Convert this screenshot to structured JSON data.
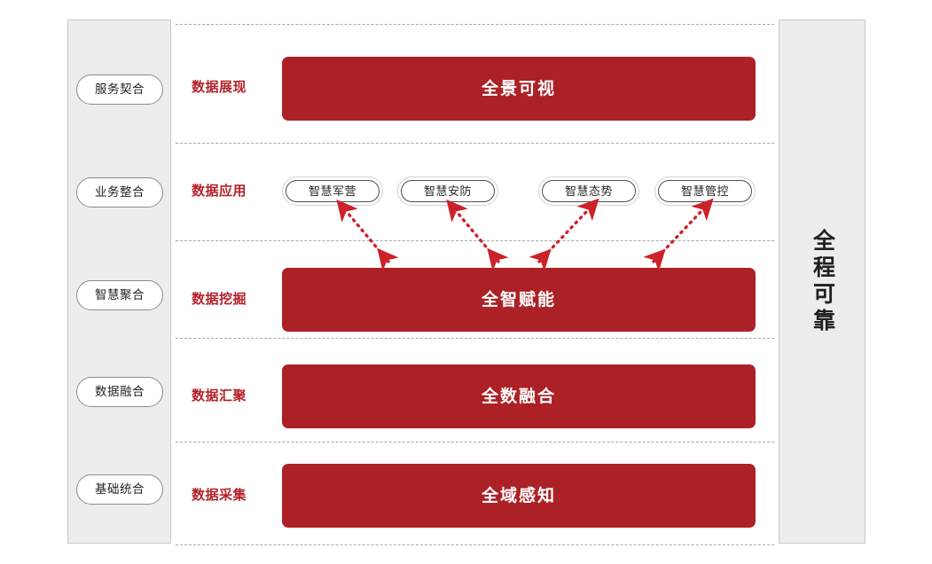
{
  "diagram": {
    "title_right_vertical": "全程可靠",
    "accent_red": "#ac2126",
    "label_red": "#b3222a",
    "panel_gray": "#ededed",
    "border_gray": "#c9c9c9"
  },
  "left_panel": {
    "name": "capability-column",
    "items": [
      {
        "label": "服务契合"
      },
      {
        "label": "业务整合"
      },
      {
        "label": "智慧聚合"
      },
      {
        "label": "数据融合"
      },
      {
        "label": "基础统合"
      }
    ]
  },
  "rows": [
    {
      "stage": "数据展现",
      "bar": "全景可视"
    },
    {
      "stage": "数据应用",
      "bar": ""
    },
    {
      "stage": "数据挖掘",
      "bar": "全智赋能"
    },
    {
      "stage": "数据汇聚",
      "bar": "全数融合"
    },
    {
      "stage": "数据采集",
      "bar": "全域感知"
    }
  ],
  "applications": [
    {
      "label": "智慧军营"
    },
    {
      "label": "智慧安防"
    },
    {
      "label": "智慧态势"
    },
    {
      "label": "智慧管控"
    }
  ],
  "arrows": {
    "style": "dotted-double-headed",
    "color": "#cc2229",
    "count": 4
  }
}
